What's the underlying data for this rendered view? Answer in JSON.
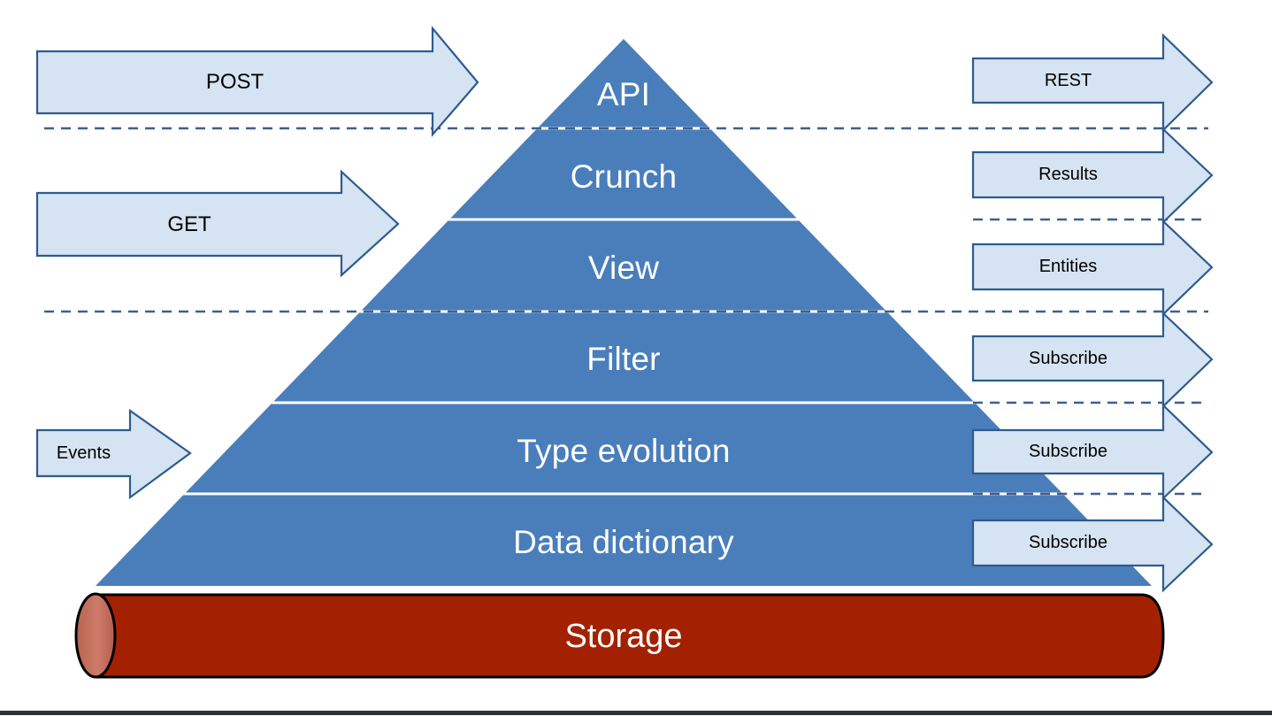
{
  "diagram": {
    "title": "Layered data platform architecture pyramid",
    "colors": {
      "pyramid_fill": "#4A7EBB",
      "pyramid_divider": "#FFFFFF",
      "arrow_fill": "#D6E3F2",
      "arrow_stroke": "#2E5B8F",
      "dashed_line": "#3F5F8F",
      "storage_fill": "#A32100",
      "storage_cap_fill": "#C8705E",
      "storage_stroke": "#000000",
      "label_text": "#FFFFFF",
      "arrow_text": "#000000",
      "bottom_rule": "#2F3338",
      "background": "#FFFFFF"
    },
    "pyramid": {
      "layers": [
        {
          "label": "API"
        },
        {
          "label": "Crunch"
        },
        {
          "label": "View"
        },
        {
          "label": "Filter"
        },
        {
          "label": "Type evolution"
        },
        {
          "label": "Data dictionary"
        }
      ]
    },
    "storage": {
      "label": "Storage"
    },
    "left_arrows": [
      {
        "label": "POST"
      },
      {
        "label": "GET"
      },
      {
        "label": "Events"
      }
    ],
    "right_arrows": [
      {
        "label": "REST"
      },
      {
        "label": "Results"
      },
      {
        "label": "Entities"
      },
      {
        "label": "Subscribe"
      },
      {
        "label": "Subscribe"
      },
      {
        "label": "Subscribe"
      }
    ]
  }
}
